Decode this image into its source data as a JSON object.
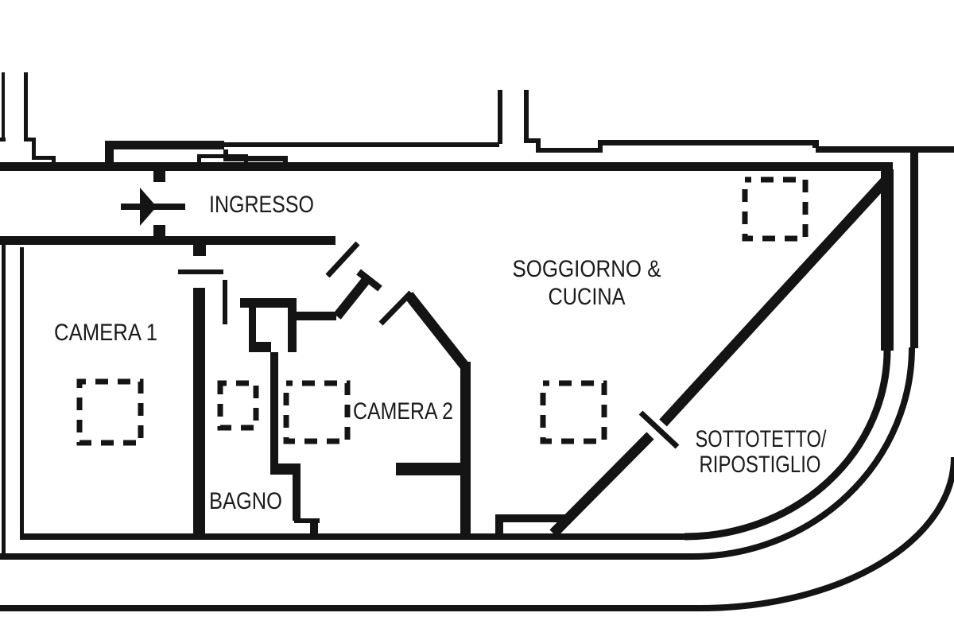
{
  "plan": {
    "bg_color": "#ffffff",
    "wall_color": "#141414",
    "text_color": "#1b1b1b",
    "labels": {
      "ingresso": "INGRESSO",
      "camera1": "CAMERA 1",
      "camera2": "CAMERA 2",
      "bagno": "BAGNO",
      "soggiorno_line1": "SOGGIORNO &",
      "soggiorno_line2": "CUCINA",
      "sottotetto_line1": "SOTTOTETTO/",
      "sottotetto_line2": "RIPOSTIGLIO"
    },
    "icons": {
      "entrance_arrow": "right-arrow"
    }
  }
}
